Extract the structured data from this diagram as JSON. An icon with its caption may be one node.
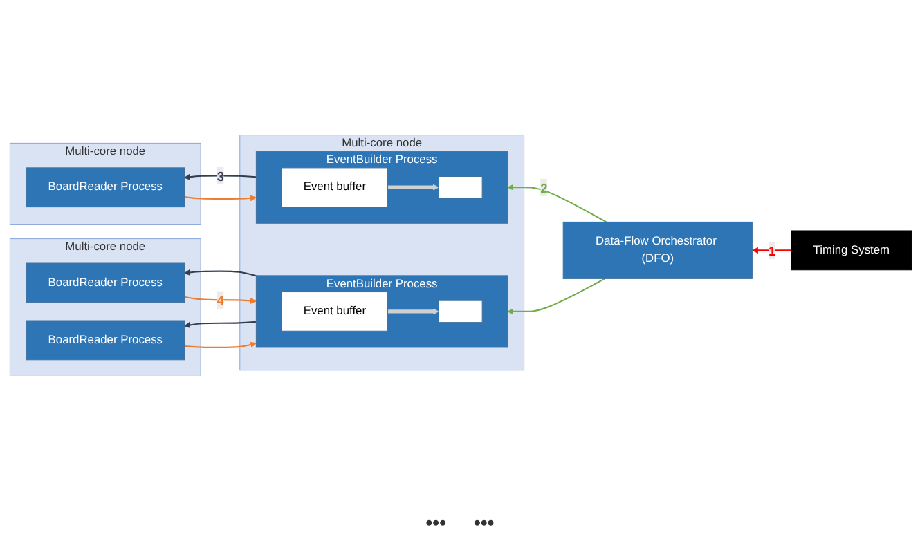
{
  "diagram": {
    "nodes": [
      {
        "text": [
          "Multi-core node"
        ]
      },
      {
        "text": [
          "BoardReader Process"
        ],
        "in": 0
      },
      {
        "text": [
          "BoardReader Process"
        ],
        "in": 0
      },
      {
        "text": [
          "Multi-core node"
        ]
      },
      {
        "text": [
          "BoardReader Process"
        ],
        "in": 3
      },
      {
        "text": [
          "Multi-core node"
        ]
      },
      {
        "text": [
          "EventBuilder Process"
        ],
        "in": 5
      },
      {
        "text": [
          "Event buffer"
        ],
        "in": 6
      },
      {
        "text": [],
        "shape": "box",
        "in": 6
      },
      {
        "text": [
          "EventBuilder Process"
        ],
        "in": 5
      },
      {
        "text": [
          "Event buffer"
        ],
        "in": 9
      },
      {
        "text": [],
        "shape": "box",
        "in": 9
      },
      {
        "text": [
          "Timing System"
        ]
      },
      {
        "text": [
          "Data-Flow Orchestrator (DFO)"
        ]
      }
    ],
    "edges": [
      {
        "from": 6,
        "to": 1,
        "arrow": "to",
        "color": "#333f50"
      },
      {
        "from": 1,
        "to": 6,
        "arrow": "to",
        "color": "#ed7d31",
        "label": "4"
      },
      {
        "from": 2,
        "to": 6,
        "arrow": "to",
        "color": "#ed7d31"
      },
      {
        "from": 6,
        "to": 2,
        "arrow": "to",
        "color": "#333f50"
      },
      {
        "from": 9,
        "to": 4,
        "arrow": "to",
        "color": "#333f50",
        "label": "3"
      },
      {
        "from": 4,
        "to": 9,
        "arrow": "to",
        "color": "#ed7d31"
      },
      {
        "from": 12,
        "to": 13,
        "arrow": "to",
        "color": "#ff0000",
        "label": "1"
      },
      {
        "from": 13,
        "to": 6,
        "arrow": "to",
        "color": "#70ad47"
      },
      {
        "from": 13,
        "to": 9,
        "arrow": "to",
        "color": "#70ad47",
        "label": "2"
      },
      {
        "from": 7,
        "to": 8,
        "arrow": "to",
        "style": "thick",
        "color": "#d0d0d0"
      },
      {
        "from": 10,
        "to": 11,
        "arrow": "to",
        "style": "thick",
        "color": "#d0d0d0"
      }
    ],
    "labels": [
      "•••",
      "•••"
    ]
  }
}
